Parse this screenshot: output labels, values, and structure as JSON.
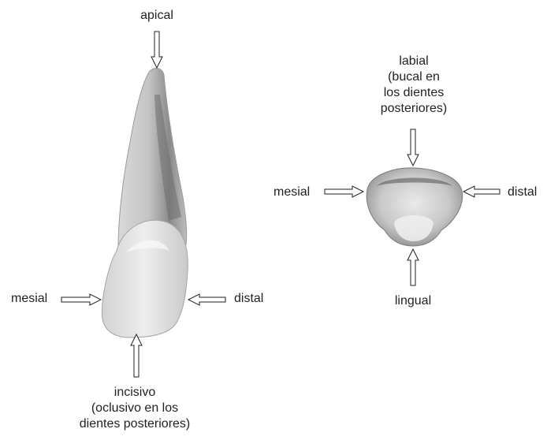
{
  "left_view": {
    "apical_label": "apical",
    "mesial_label": "mesial",
    "distal_label": "distal",
    "incisal_label": "incisivo\n(oclusivo en los\ndientes posteriores)"
  },
  "right_view": {
    "labial_label": "labial\n(bucal en\nlos dientes\nposteriores)",
    "mesial_label": "mesial",
    "distal_label": "distal",
    "lingual_label": "lingual"
  },
  "colors": {
    "text": "#231f20",
    "arrow_stroke": "#231f20",
    "tooth_light": "#e6e6e6",
    "tooth_mid": "#b9b9b9",
    "tooth_dark": "#6f6f6f"
  }
}
